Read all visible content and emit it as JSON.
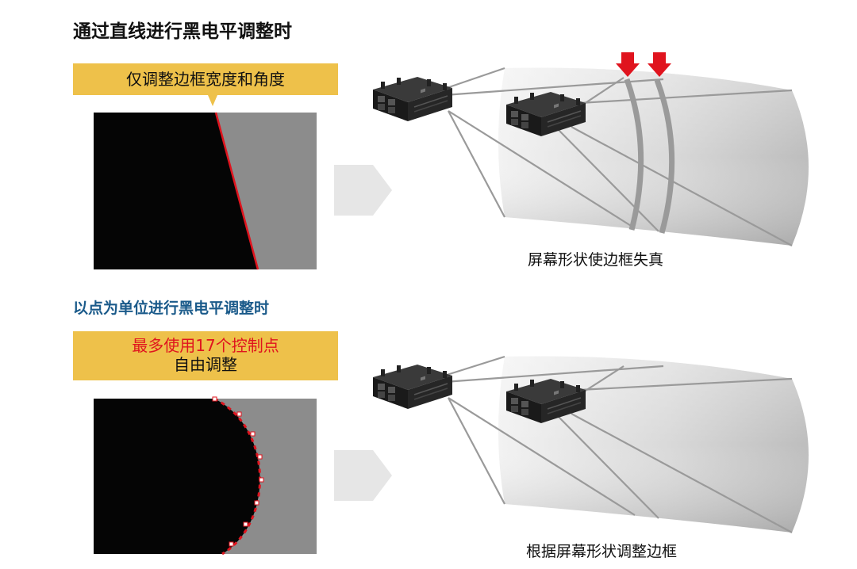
{
  "section_1": {
    "title": "通过直线进行黑电平调整时",
    "callout": "仅调整边框宽度和角度",
    "caption": "屏幕形状使边框失真"
  },
  "section_2": {
    "title": "以点为单位进行黑电平调整时",
    "callout_line_1": "最多使用17个控制点",
    "callout_line_2": "自由调整",
    "caption": "根据屏幕形状调整边框"
  },
  "colors": {
    "callout_bg": "#eec14a",
    "screen_black": "#050505",
    "screen_gray": "#8c8c8c",
    "edge_red": "#e0141e",
    "marker_red": "#e0141e",
    "title_2_blue": "#1a5a8a"
  },
  "icons": [
    "projector-icon",
    "arrow-right-icon",
    "down-arrow-marker-icon"
  ]
}
